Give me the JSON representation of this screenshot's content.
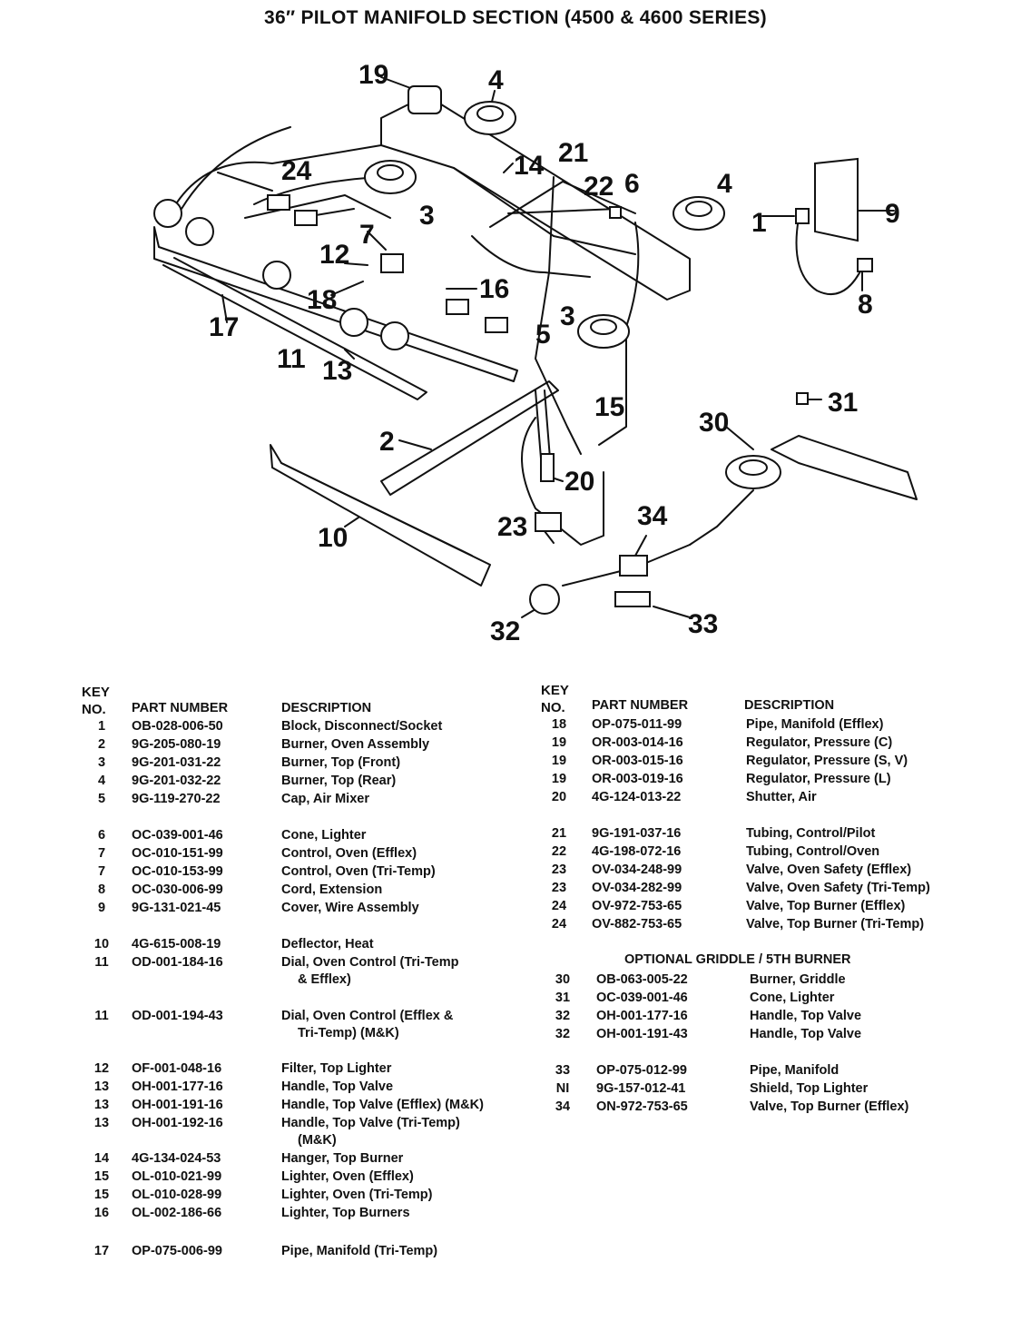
{
  "title": "36″ PILOT MANIFOLD SECTION (4500 & 4600 SERIES)",
  "callouts": [
    {
      "id": "c19",
      "text": "19"
    },
    {
      "id": "c4a",
      "text": "4"
    },
    {
      "id": "c21",
      "text": "21"
    },
    {
      "id": "c14",
      "text": "14"
    },
    {
      "id": "c22",
      "text": "22"
    },
    {
      "id": "c6",
      "text": "6"
    },
    {
      "id": "c4b",
      "text": "4"
    },
    {
      "id": "c24",
      "text": "24"
    },
    {
      "id": "c3a",
      "text": "3"
    },
    {
      "id": "c7",
      "text": "7"
    },
    {
      "id": "c12",
      "text": "12"
    },
    {
      "id": "c18",
      "text": "18"
    },
    {
      "id": "c16",
      "text": "16"
    },
    {
      "id": "c3b",
      "text": "3"
    },
    {
      "id": "c5",
      "text": "5"
    },
    {
      "id": "c17",
      "text": "17"
    },
    {
      "id": "c11",
      "text": "11"
    },
    {
      "id": "c13",
      "text": "13"
    },
    {
      "id": "c1",
      "text": "1"
    },
    {
      "id": "c9",
      "text": "9"
    },
    {
      "id": "c8",
      "text": "8"
    },
    {
      "id": "c15",
      "text": "15"
    },
    {
      "id": "c31",
      "text": "31"
    },
    {
      "id": "c30",
      "text": "30"
    },
    {
      "id": "c2",
      "text": "2"
    },
    {
      "id": "c20",
      "text": "20"
    },
    {
      "id": "c23",
      "text": "23"
    },
    {
      "id": "c10",
      "text": "10"
    },
    {
      "id": "c34",
      "text": "34"
    },
    {
      "id": "c32",
      "text": "32"
    },
    {
      "id": "c33",
      "text": "33"
    }
  ],
  "headers": {
    "key_line1": "KEY",
    "key_line2": "NO.",
    "part_number": "PART NUMBER",
    "description": "DESCRIPTION"
  },
  "left_parts": [
    {
      "key": "1",
      "part": "OB-028-006-50",
      "desc": "Block, Disconnect/Socket"
    },
    {
      "key": "2",
      "part": "9G-205-080-19",
      "desc": "Burner, Oven Assembly"
    },
    {
      "key": "3",
      "part": "9G-201-031-22",
      "desc": "Burner, Top (Front)"
    },
    {
      "key": "4",
      "part": "9G-201-032-22",
      "desc": "Burner, Top (Rear)"
    },
    {
      "key": "5",
      "part": "9G-119-270-22",
      "desc": "Cap, Air Mixer"
    },
    {
      "key": "6",
      "part": "OC-039-001-46",
      "desc": "Cone, Lighter"
    },
    {
      "key": "7",
      "part": "OC-010-151-99",
      "desc": "Control, Oven (Efflex)"
    },
    {
      "key": "7",
      "part": "OC-010-153-99",
      "desc": "Control, Oven (Tri-Temp)"
    },
    {
      "key": "8",
      "part": "OC-030-006-99",
      "desc": "Cord, Extension"
    },
    {
      "key": "9",
      "part": "9G-131-021-45",
      "desc": "Cover, Wire Assembly"
    },
    {
      "key": "10",
      "part": "4G-615-008-19",
      "desc": "Deflector, Heat"
    },
    {
      "key": "11",
      "part": "OD-001-184-16",
      "desc": "Dial, Oven Control (Tri-Temp",
      "desc2": "& Efflex)"
    },
    {
      "key": "11",
      "part": "OD-001-194-43",
      "desc": "Dial, Oven Control (Efflex &",
      "desc2": "Tri-Temp) (M&K)"
    },
    {
      "key": "12",
      "part": "OF-001-048-16",
      "desc": "Filter, Top Lighter"
    },
    {
      "key": "13",
      "part": "OH-001-177-16",
      "desc": "Handle, Top Valve"
    },
    {
      "key": "13",
      "part": "OH-001-191-16",
      "desc": "Handle, Top Valve (Efflex) (M&K)"
    },
    {
      "key": "13",
      "part": "OH-001-192-16",
      "desc": "Handle, Top Valve (Tri-Temp)",
      "desc2": "(M&K)"
    },
    {
      "key": "14",
      "part": "4G-134-024-53",
      "desc": "Hanger, Top Burner"
    },
    {
      "key": "15",
      "part": "OL-010-021-99",
      "desc": "Lighter, Oven (Efflex)"
    },
    {
      "key": "15",
      "part": "OL-010-028-99",
      "desc": "Lighter, Oven (Tri-Temp)"
    },
    {
      "key": "16",
      "part": "OL-002-186-66",
      "desc": "Lighter, Top Burners"
    },
    {
      "key": "17",
      "part": "OP-075-006-99",
      "desc": "Pipe, Manifold (Tri-Temp)"
    }
  ],
  "right_parts": [
    {
      "key": "18",
      "part": "OP-075-011-99",
      "desc": "Pipe, Manifold (Efflex)"
    },
    {
      "key": "19",
      "part": "OR-003-014-16",
      "desc": "Regulator, Pressure (C)"
    },
    {
      "key": "19",
      "part": "OR-003-015-16",
      "desc": "Regulator, Pressure (S, V)"
    },
    {
      "key": "19",
      "part": "OR-003-019-16",
      "desc": "Regulator, Pressure (L)"
    },
    {
      "key": "20",
      "part": "4G-124-013-22",
      "desc": "Shutter, Air"
    },
    {
      "key": "21",
      "part": "9G-191-037-16",
      "desc": "Tubing, Control/Pilot"
    },
    {
      "key": "22",
      "part": "4G-198-072-16",
      "desc": "Tubing, Control/Oven"
    },
    {
      "key": "23",
      "part": "OV-034-248-99",
      "desc": "Valve, Oven Safety (Efflex)"
    },
    {
      "key": "23",
      "part": "OV-034-282-99",
      "desc": "Valve, Oven Safety (Tri-Temp)"
    },
    {
      "key": "24",
      "part": "OV-972-753-65",
      "desc": "Valve, Top Burner (Efflex)"
    },
    {
      "key": "24",
      "part": "OV-882-753-65",
      "desc": "Valve, Top Burner (Tri-Temp)"
    }
  ],
  "optional_title": "OPTIONAL GRIDDLE / 5TH BURNER",
  "optional_parts": [
    {
      "key": "30",
      "part": "OB-063-005-22",
      "desc": "Burner, Griddle"
    },
    {
      "key": "31",
      "part": "OC-039-001-46",
      "desc": "Cone, Lighter"
    },
    {
      "key": "32",
      "part": "OH-001-177-16",
      "desc": "Handle, Top Valve"
    },
    {
      "key": "32",
      "part": "OH-001-191-43",
      "desc": "Handle, Top Valve"
    },
    {
      "key": "33",
      "part": "OP-075-012-99",
      "desc": "Pipe, Manifold"
    },
    {
      "key": "NI",
      "part": "9G-157-012-41",
      "desc": "Shield, Top Lighter"
    },
    {
      "key": "34",
      "part": "ON-972-753-65",
      "desc": "Valve, Top Burner (Efflex)"
    }
  ]
}
